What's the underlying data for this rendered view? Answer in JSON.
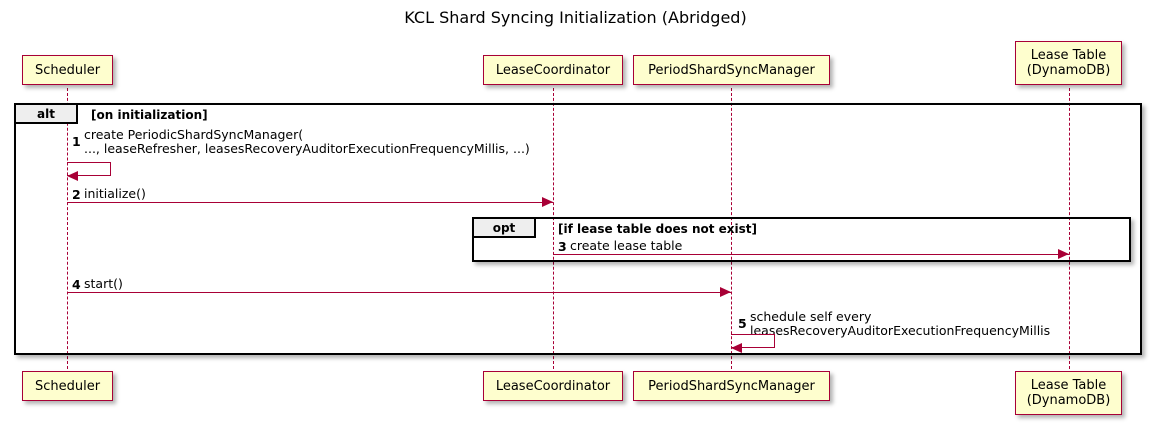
{
  "diagram": {
    "title": "KCL Shard Syncing Initialization (Abridged)",
    "type": "uml-sequence-diagram",
    "colors": {
      "participant_fill": "#FEFECE",
      "participant_border": "#A80036",
      "arrow": "#A80036",
      "fragment_border": "#000000",
      "fragment_tab_fill": "#EEEEEE",
      "background": "#FFFFFF"
    }
  },
  "participants": [
    {
      "id": "scheduler",
      "label": "Scheduler"
    },
    {
      "id": "leasecoord",
      "label": "LeaseCoordinator"
    },
    {
      "id": "psm",
      "label": "PeriodShardSyncManager"
    },
    {
      "id": "leasetable",
      "label": "Lease Table\n(DynamoDB)"
    }
  ],
  "fragments": [
    {
      "id": "alt",
      "operator": "alt",
      "guard": "[on initialization]"
    },
    {
      "id": "opt",
      "operator": "opt",
      "guard": "[if lease table does not exist]"
    }
  ],
  "messages": [
    {
      "seq": "1",
      "text": "create PeriodicShardSyncManager(\n   ..., leaseRefresher, leasesRecoveryAuditorExecutionFrequencyMillis, ...)",
      "from": "scheduler",
      "to": "scheduler",
      "self": true
    },
    {
      "seq": "2",
      "text": "initialize()",
      "from": "scheduler",
      "to": "leasecoord",
      "self": false
    },
    {
      "seq": "3",
      "text": "create lease table",
      "from": "leasecoord",
      "to": "leasetable",
      "self": false
    },
    {
      "seq": "4",
      "text": "start()",
      "from": "scheduler",
      "to": "psm",
      "self": false
    },
    {
      "seq": "5",
      "text": "schedule self every\n   leasesRecoveryAuditorExecutionFrequencyMillis",
      "from": "psm",
      "to": "psm",
      "self": true
    }
  ]
}
